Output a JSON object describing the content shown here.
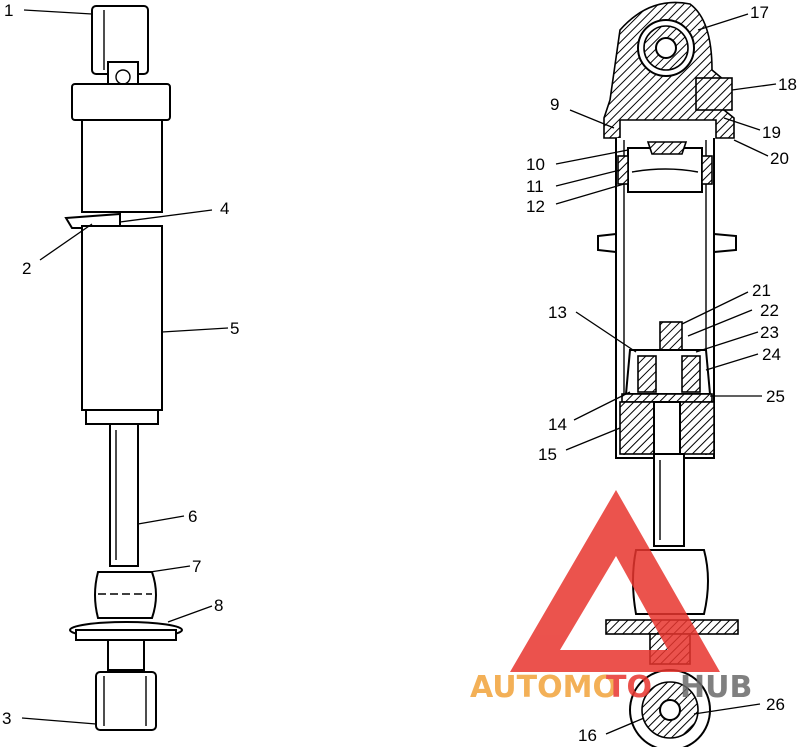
{
  "callouts": {
    "c1": "1",
    "c2": "2",
    "c3": "3",
    "c4": "4",
    "c5": "5",
    "c6": "6",
    "c7": "7",
    "c8": "8",
    "c9": "9",
    "c10": "10",
    "c11": "11",
    "c12": "12",
    "c13": "13",
    "c14": "14",
    "c15": "15",
    "c16": "16",
    "c17": "17",
    "c18": "18",
    "c19": "19",
    "c20": "20",
    "c21": "21",
    "c22": "22",
    "c23": "23",
    "c24": "24",
    "c25": "25",
    "c26": "26"
  },
  "watermark": {
    "part1": "AUTOMO",
    "part2": "TO",
    "part3": "HUB",
    "color_red": "#e8352e",
    "color_orange": "#f2a33a",
    "color_gray": "#6b6b6b"
  }
}
